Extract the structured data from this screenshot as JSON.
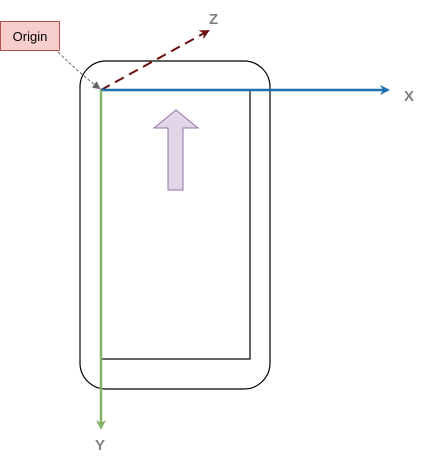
{
  "labels": {
    "origin": "Origin",
    "x_axis": "X",
    "y_axis": "Y",
    "z_axis": "Z"
  },
  "colors": {
    "x_axis": "#1f6fae",
    "y_axis": "#82b366",
    "z_axis": "#6b1010",
    "origin_fill": "#f8cecc",
    "origin_stroke": "#b85450",
    "arrow_fill": "#e1d5e7",
    "arrow_stroke": "#9673a6",
    "label_text": "#808080"
  },
  "icons": {
    "device": "phone-outline-icon",
    "up_arrow": "up-arrow-icon"
  }
}
